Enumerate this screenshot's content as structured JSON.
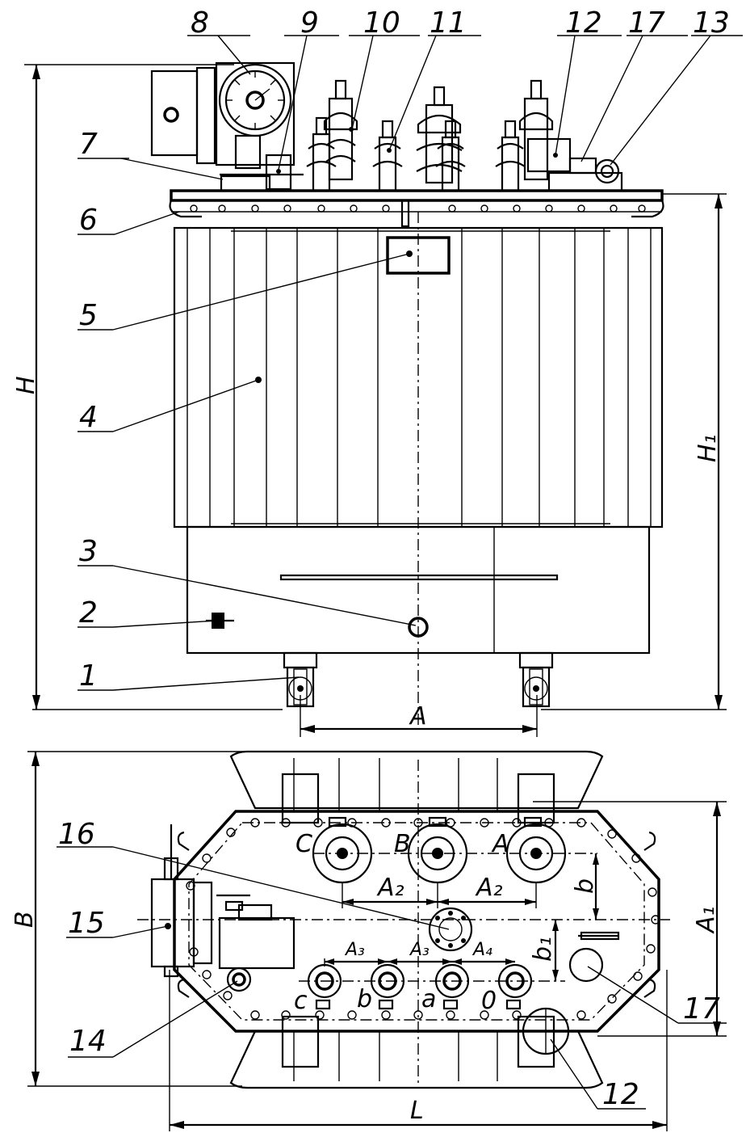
{
  "callouts": {
    "c1": "1",
    "c2": "2",
    "c3": "3",
    "c4": "4",
    "c5": "5",
    "c6": "6",
    "c7": "7",
    "c8": "8",
    "c9": "9",
    "c10": "10",
    "c11": "11",
    "c12_top": "12",
    "c17_top": "17",
    "c13": "13",
    "c14": "14",
    "c15": "15",
    "c16": "16",
    "c17_bottom": "17",
    "c12_bottom": "12"
  },
  "dimensions": {
    "H": "H",
    "H1": "H₁",
    "A": "A",
    "B": "B",
    "A1": "A₁",
    "L": "L",
    "A2_left": "A₂",
    "A2_right": "A₂",
    "b": "b",
    "b1": "b₁",
    "A3_left": "A₃",
    "A3_right": "A₃",
    "A4": "A₄"
  },
  "terminals": {
    "hv_C": "C",
    "hv_B": "B",
    "hv_A": "A",
    "lv_c": "c",
    "lv_b": "b",
    "lv_a": "a",
    "lv_0": "0"
  }
}
